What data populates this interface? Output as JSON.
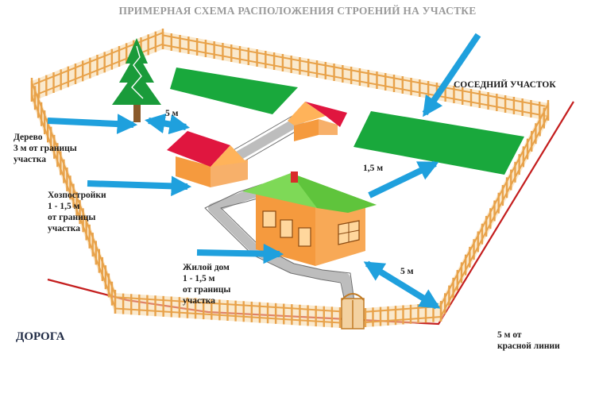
{
  "title": "ПРИМЕРНАЯ СХЕМА РАСПОЛОЖЕНИЯ СТРОЕНИЙ НА УЧАСТКЕ",
  "labels": {
    "neighbor_plot": "СОСЕДНИЙ УЧАСТОК",
    "road": "ДОРОГА",
    "tree": [
      "Дерево",
      "3 м от границы",
      "участка"
    ],
    "outbuildings": [
      "Хозпостройки",
      "1 - 1,5 м",
      "от границы",
      "участка"
    ],
    "house": [
      "Жилой дом",
      "1 - 1,5 м",
      "от границы",
      "участка"
    ],
    "red_line": [
      "5 м от",
      "красной линии"
    ]
  },
  "distances": {
    "tree_to_building": "5 м",
    "house_to_garden": "1,5 м",
    "house_to_fence": "5 м"
  },
  "colors": {
    "fence": "#e8a24a",
    "fence_light": "#f6d7a4",
    "lawn": "#19a83c",
    "arrow": "#1fa0dd",
    "roof_red": "#e0163f",
    "roof_green": "#7ed957",
    "wall": "#f59a3e",
    "path": "#bdbdbd",
    "red_line": "#c41e1e",
    "title": "#9a9a9a",
    "tree": "#1a9b3a"
  },
  "icons": [
    "fir-tree-icon",
    "small-house-icon",
    "shed-icon",
    "main-house-icon",
    "gate-icon"
  ]
}
